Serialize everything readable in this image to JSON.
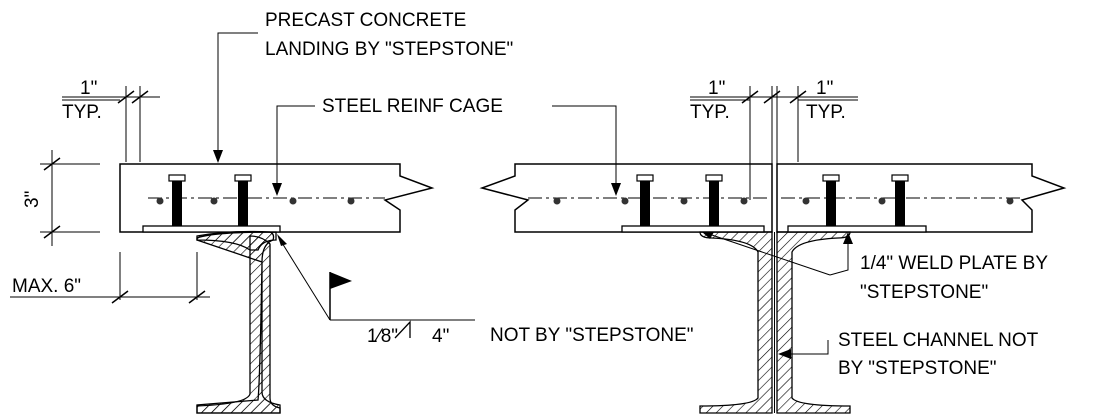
{
  "labels": {
    "precast_line1": "PRECAST CONCRETE",
    "precast_line2": "LANDING BY \"STEPSTONE\"",
    "reinf_cage": "STEEL REINF CAGE",
    "dim_1in": "1\"",
    "typ": "TYP.",
    "dim_3in": "3\"",
    "max_6in": "MAX. 6\"",
    "weld_size": "1⁄8\"",
    "weld_length": "4\"",
    "weld_plate_line1": "1/4\" WELD PLATE BY",
    "weld_plate_line2": "\"STEPSTONE\"",
    "not_by_stepstone": "NOT BY \"STEPSTONE\"",
    "channel_line1": "STEEL CHANNEL NOT",
    "channel_line2": "BY \"STEPSTONE\""
  },
  "colors": {
    "ink": "#000000",
    "background": "#ffffff"
  }
}
